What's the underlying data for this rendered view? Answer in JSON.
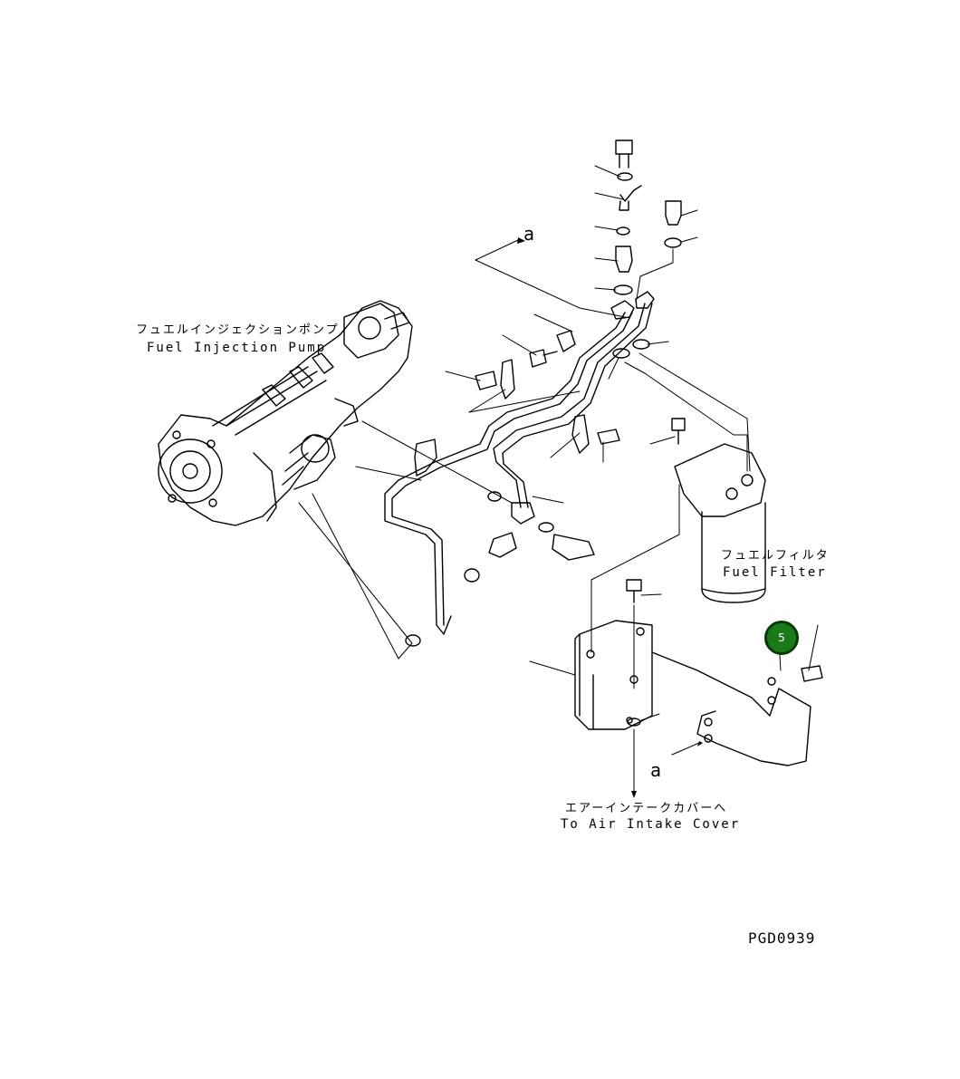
{
  "labels": {
    "pump_jp": "フュエルインジェクションポンプ",
    "pump_en": "Fuel Injection Pump",
    "filter_jp": "フュエルフィルタ",
    "filter_en": "Fuel Filter",
    "intake_jp": "エアーインテークカバーへ",
    "intake_en": "To Air Intake Cover",
    "view_arrow_top": "a",
    "view_arrow_bottom": "a",
    "drawing_code": "PGD0939"
  },
  "callout": {
    "number": "5",
    "color": "#1a7a1a"
  }
}
